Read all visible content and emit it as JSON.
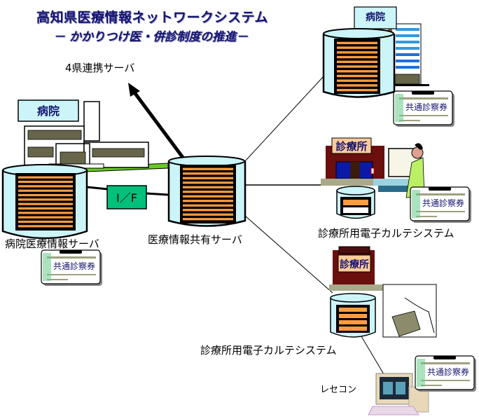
{
  "title": "高知県医療情報ネットワークシステム",
  "subtitle": "－ かかりつけ医・併診制度の推進－",
  "nodes": {
    "regional_server": {
      "label": "4県連携サーバ"
    },
    "hospital_left": {
      "sign": "病院"
    },
    "hospital_server": {
      "label": "病院医療情報サーバ"
    },
    "interface": {
      "label": "I／F"
    },
    "shared_server": {
      "label": "医療情報共有サーバ"
    },
    "hospital_right": {
      "sign": "病院"
    },
    "clinic_1": {
      "sign": "診療所",
      "label": "診療所用電子カルテシステム"
    },
    "clinic_2": {
      "sign": "診療所",
      "label": "診療所用電子カルテシステム"
    },
    "receipt_computer": {
      "label": "レセコン"
    }
  },
  "cards": {
    "label": "共通診察券"
  },
  "colors": {
    "title": "#14146e",
    "server_body": "#ccf5fa",
    "server_stripe": "#ff9c3f",
    "server_panel": "#000000",
    "interface_fill": "#00c07a",
    "hospital_sign": "#ccf5fa",
    "clinic_sign": "#ffcc99",
    "clinic_wall": "#6b0e0e",
    "ground": "#66cc22"
  }
}
